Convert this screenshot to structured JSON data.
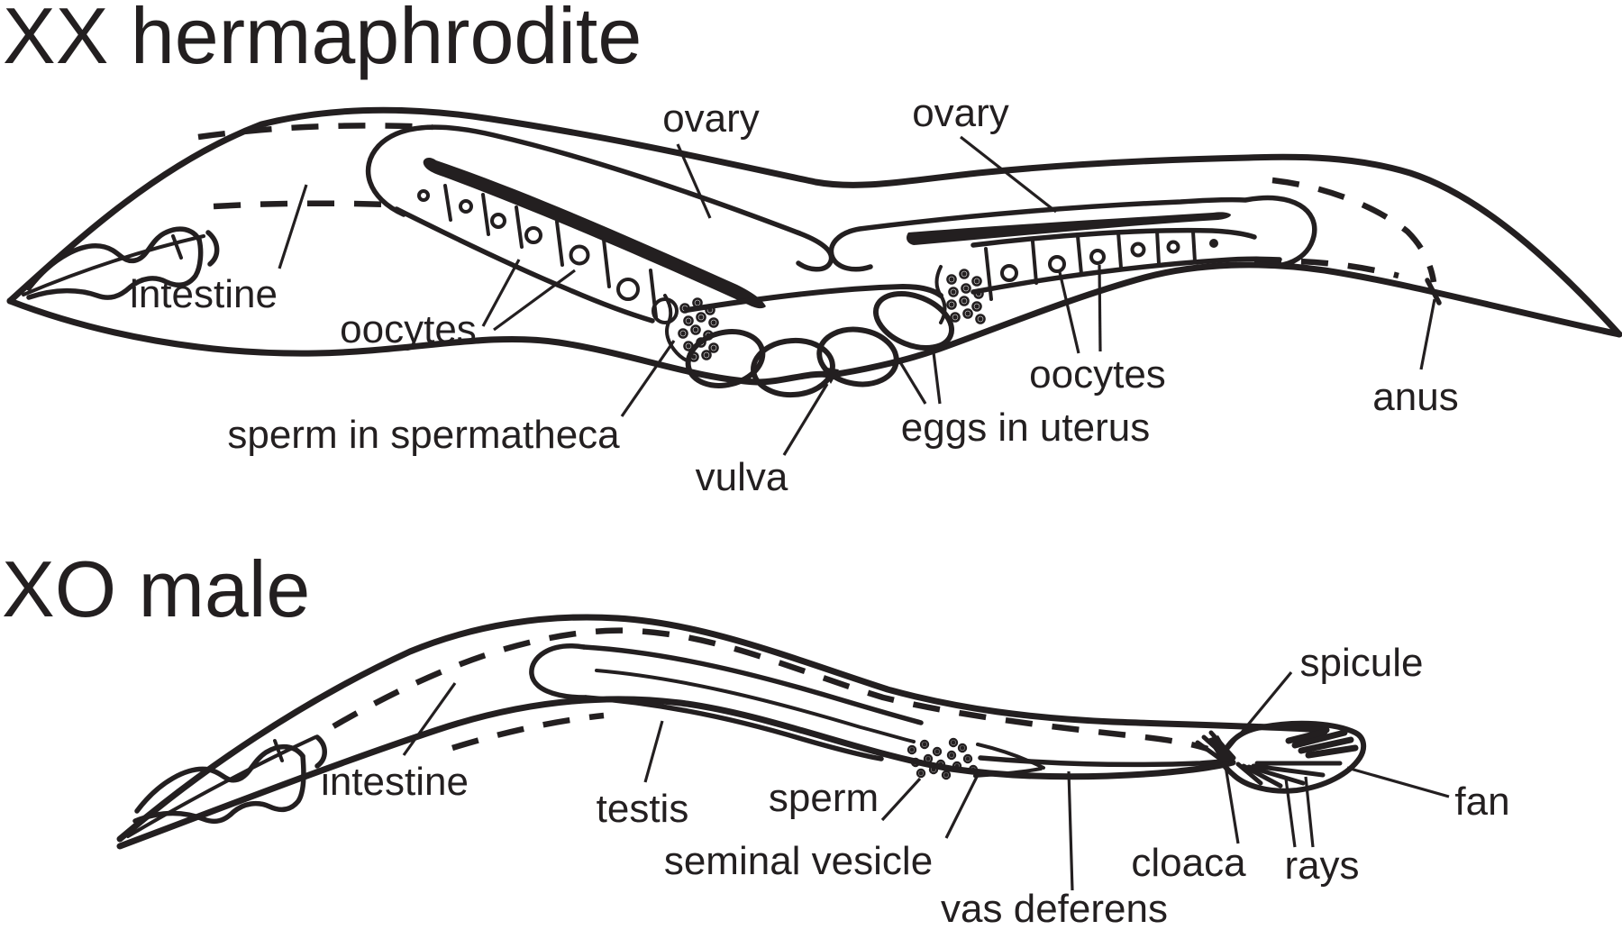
{
  "figure": {
    "background_color": "#ffffff",
    "ink_color": "#231f20",
    "description": "Line-art anatomy diagram of C. elegans sexes"
  },
  "hermaphrodite": {
    "title": "XX hermaphrodite",
    "labels": {
      "ovary_left": "ovary",
      "ovary_right": "ovary",
      "intestine": "intestine",
      "oocytes_left": "oocytes",
      "sperm_in_spermatheca": "sperm in spermatheca",
      "vulva": "vulva",
      "eggs_in_uterus": "eggs in uterus",
      "oocytes_right": "oocytes",
      "anus": "anus"
    }
  },
  "male": {
    "title": "XO male",
    "labels": {
      "intestine": "intestine",
      "testis": "testis",
      "sperm": "sperm",
      "seminal_vesicle": "seminal vesicle",
      "vas_deferens": "vas deferens",
      "cloaca": "cloaca",
      "rays": "rays",
      "spicule": "spicule",
      "fan": "fan"
    }
  }
}
